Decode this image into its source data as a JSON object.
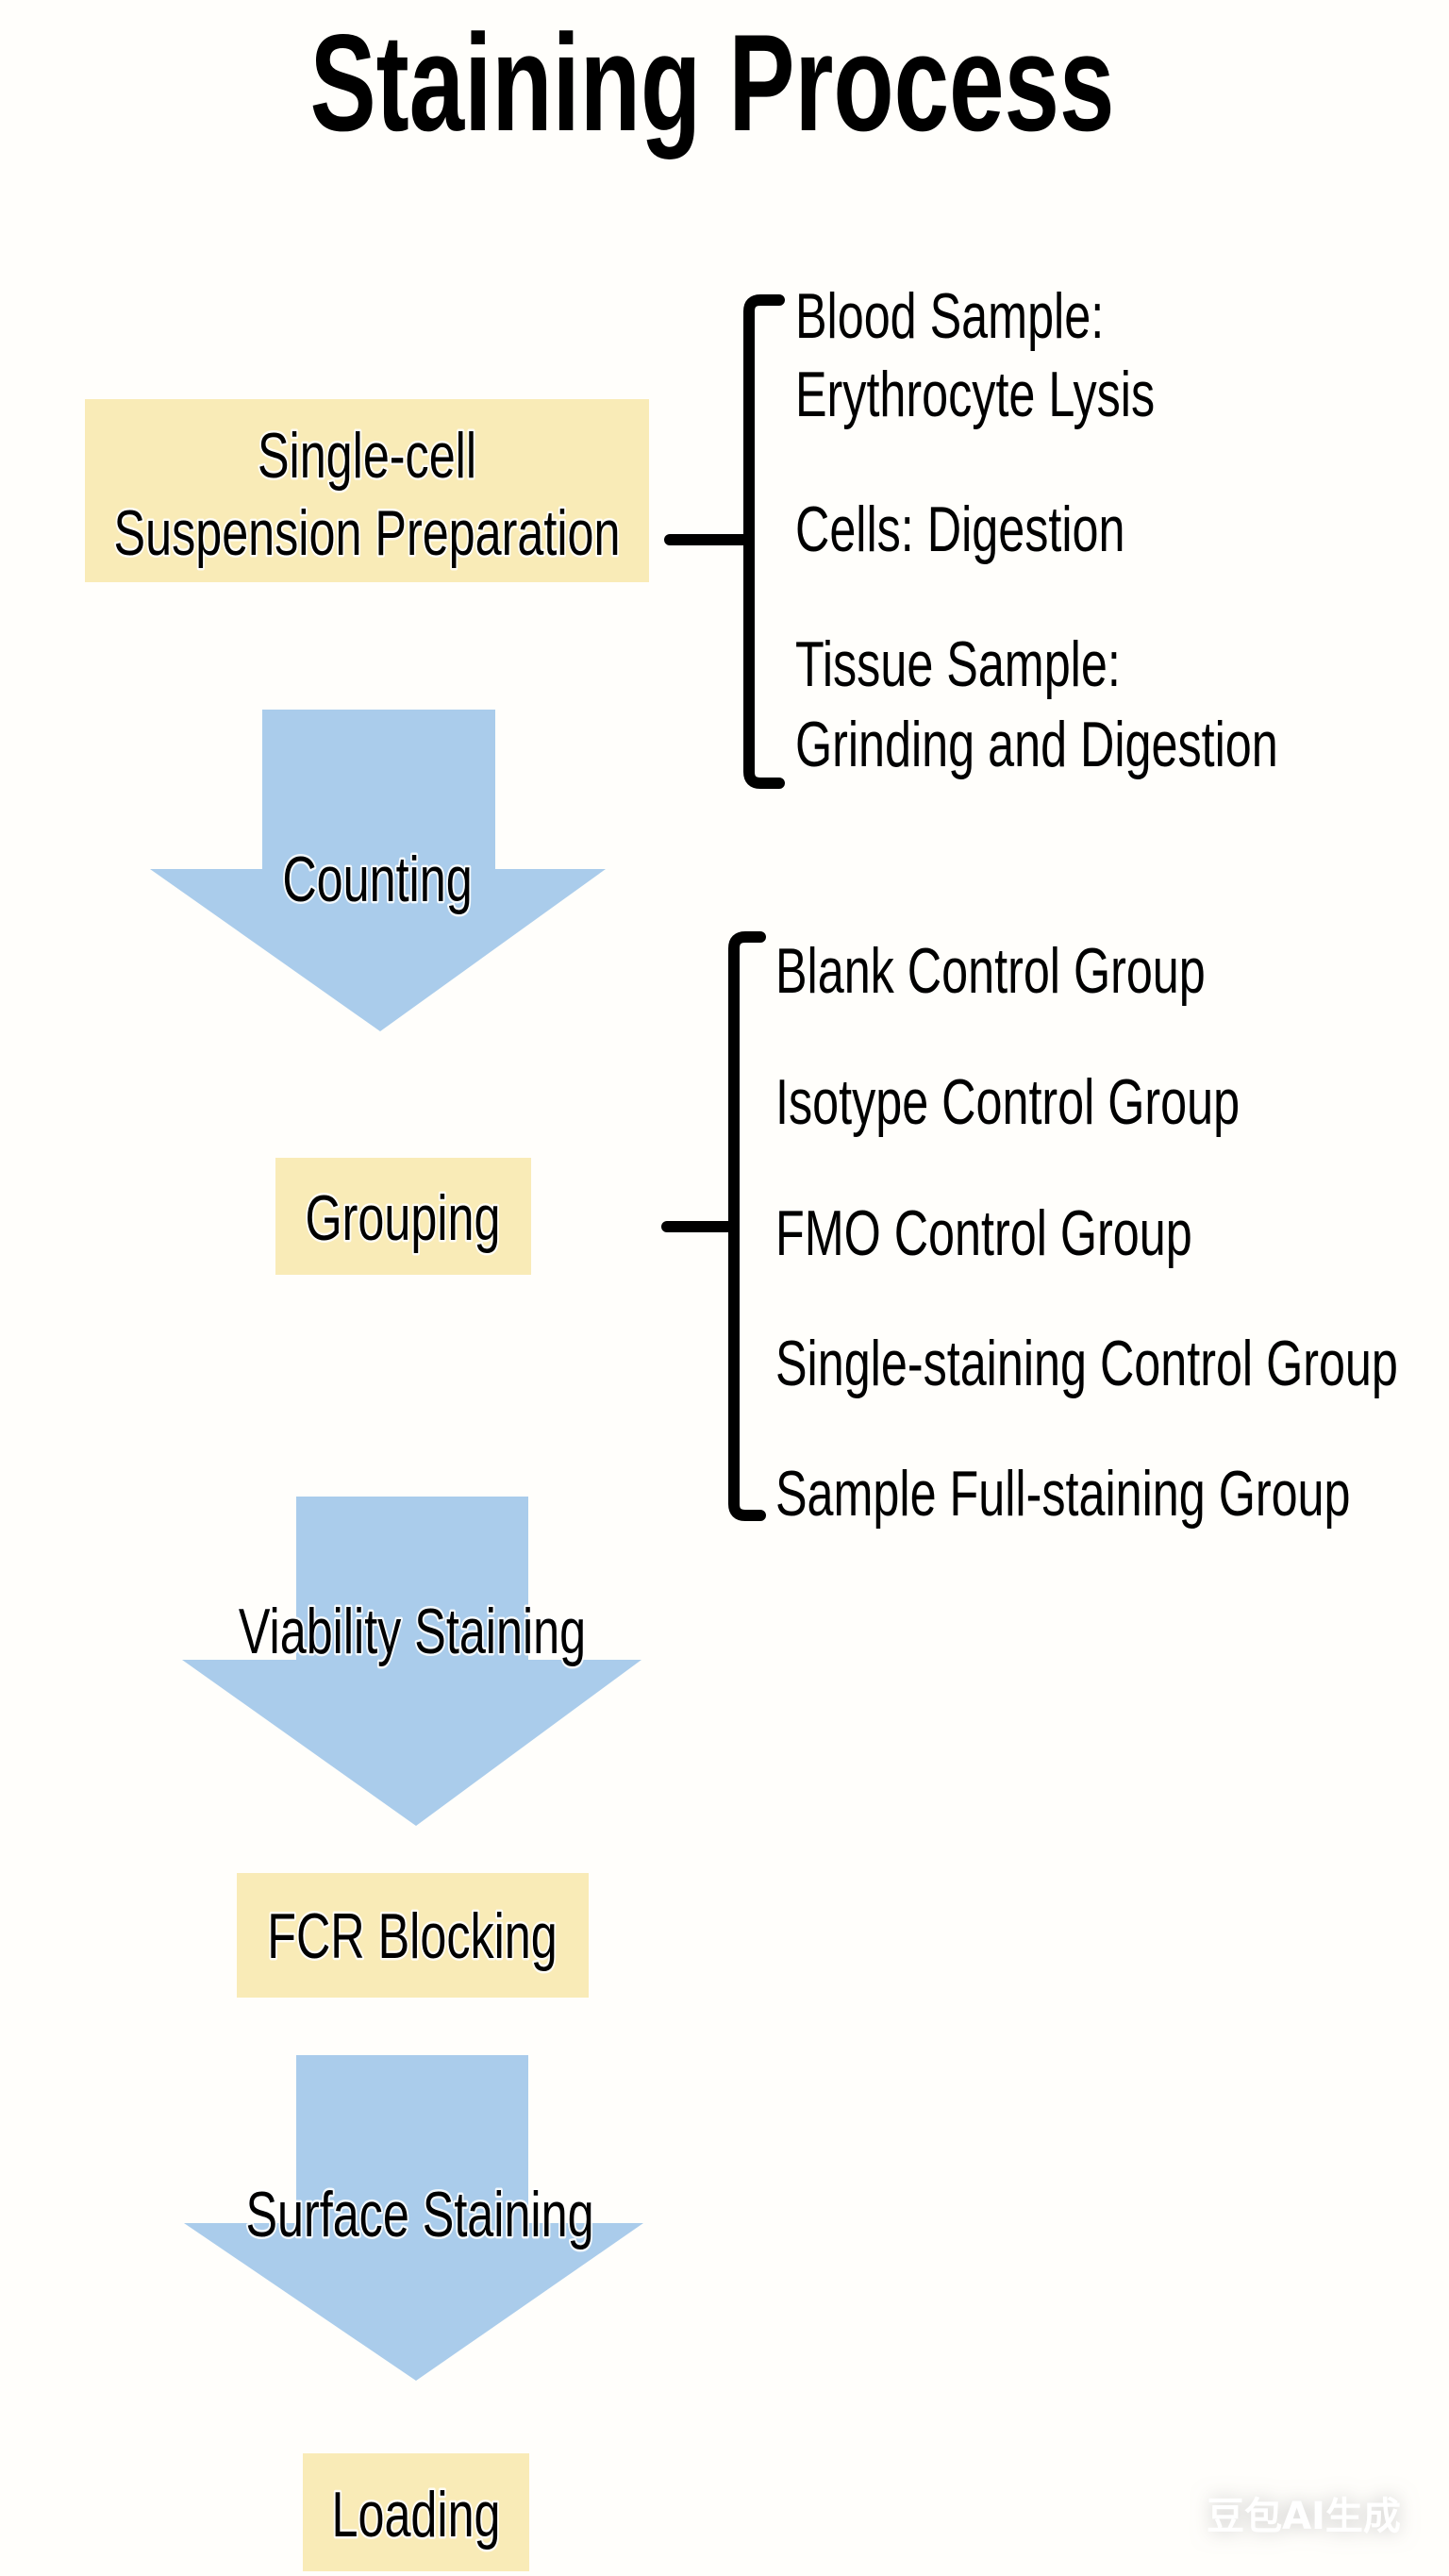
{
  "title": "Staining Process",
  "colors": {
    "box_fill": "#F9EBB7",
    "arrow_fill": "#AACCEB",
    "text": "#000000",
    "background": "#FFFEFB"
  },
  "steps": [
    {
      "type": "box",
      "lines": [
        "Single-cell",
        "Suspension Preparation"
      ]
    },
    {
      "type": "arrow",
      "label": "Counting"
    },
    {
      "type": "box",
      "lines": [
        "Grouping"
      ]
    },
    {
      "type": "arrow",
      "label": "Viability Staining"
    },
    {
      "type": "box",
      "lines": [
        "FCR Blocking"
      ]
    },
    {
      "type": "arrow",
      "label": "Surface Staining"
    },
    {
      "type": "box",
      "lines": [
        "Loading"
      ]
    }
  ],
  "branches": {
    "preparation_methods": [
      [
        "Blood Sample:",
        "Erythrocyte Lysis"
      ],
      [
        "Cells: Digestion"
      ],
      [
        "Tissue Sample:",
        "Grinding and Digestion"
      ]
    ],
    "groups": [
      "Blank Control Group",
      "Isotype Control Group",
      "FMO Control Group",
      "Single-staining Control Group",
      "Sample Full-staining Group"
    ]
  },
  "watermark": "豆包AI生成"
}
